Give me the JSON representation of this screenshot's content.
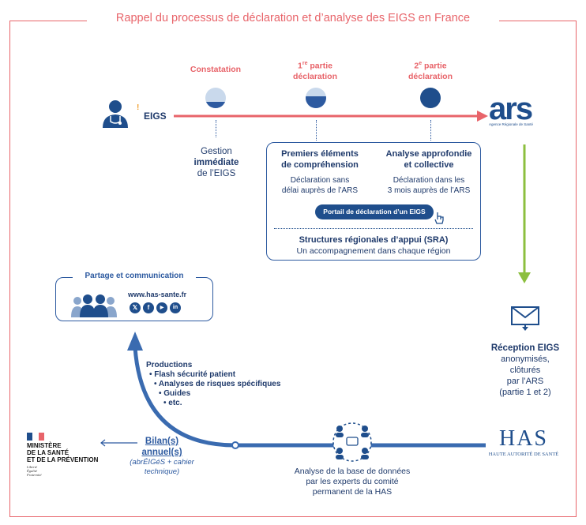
{
  "title": "Rappel du processus de déclaration et d’analyse des EIGS en France",
  "eigs": {
    "label": "EIGS",
    "warning": "!"
  },
  "steps": {
    "constatation": "Constatation",
    "partie1_sup": "re",
    "partie1_a": "1",
    "partie1_b": "partie",
    "partie1_c": "déclaration",
    "partie2_sup": "e",
    "partie2_a": "2",
    "partie2_b": "partie",
    "partie2_c": "déclaration"
  },
  "ars": {
    "logo": "ars",
    "subtitle": "Agence Régionale de Santé"
  },
  "gestion": {
    "line1": "Gestion",
    "line2": "immédiate",
    "line3": "de l’EIGS"
  },
  "box": {
    "col1_title_1": "Premiers éléments",
    "col1_title_2": "de compréhension",
    "col1_text_1": "Déclaration sans",
    "col1_text_2": "délai auprès de l’ARS",
    "col2_title_1": "Analyse approfondie",
    "col2_title_2": "et collective",
    "col2_text_1": "Déclaration dans les",
    "col2_text_2": "3 mois auprès de l’ARS",
    "portal": "Portail de déclaration d’un EIGS",
    "sra_title": "Structures régionales d’appui (SRA)",
    "sra_text": "Un accompagnement dans chaque région"
  },
  "share": {
    "title": "Partage et communication",
    "url": "www.has-sante.fr",
    "socials": [
      "𝕏",
      "f",
      "▶",
      "in"
    ]
  },
  "reception": {
    "title": "Réception EIGS",
    "l1": "anonymisés,",
    "l2": "clôturés",
    "l3": "par l’ARS",
    "l4": "(partie 1 et 2)"
  },
  "productions": {
    "title": "Productions",
    "i1": "• Flash sécurité patient",
    "i2": "• Analyses de risques spécifiques",
    "i3": "• Guides",
    "i4": "• etc."
  },
  "bilan": {
    "l1": "Bilan(s)",
    "l2": "annuel(s)",
    "l3": "(abrÉIGéS + cahier",
    "l4": "technique)"
  },
  "ministere": {
    "l1": "MINISTÈRE",
    "l2": "DE LA SANTÉ",
    "l3": "ET DE LA PRÉVENTION",
    "m1": "Liberté",
    "m2": "Égalité",
    "m3": "Fraternité"
  },
  "analyse": {
    "l1": "Analyse de la base de données",
    "l2": "par les experts du comité",
    "l3": "permanent de la HAS"
  },
  "has": {
    "logo": "HAS",
    "subtitle": "HAUTE AUTORITÉ DE SANTÉ"
  },
  "colors": {
    "red": "#e8646a",
    "blue": "#1f4e8c",
    "green": "#8cbf3f"
  }
}
